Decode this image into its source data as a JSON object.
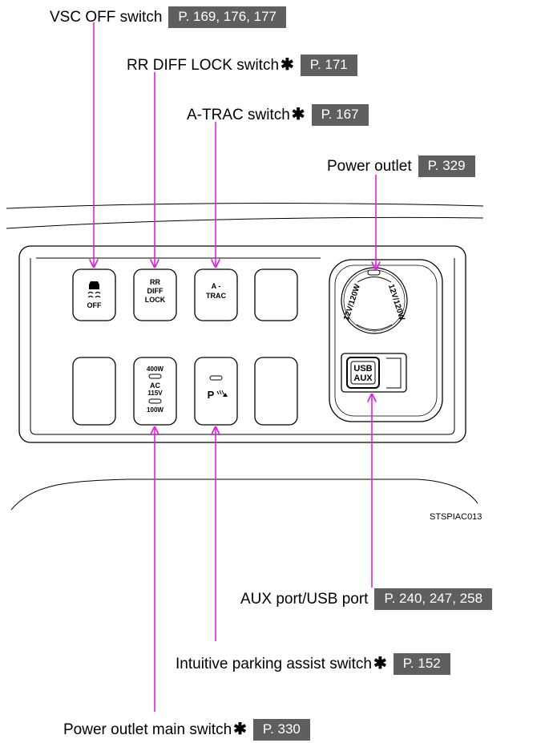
{
  "callouts": {
    "vsc_off": {
      "text": "VSC OFF switch",
      "star": "",
      "ref": "P. 169, 176, 177"
    },
    "rr_diff_lock": {
      "text": "RR DIFF LOCK switch",
      "star": "✱",
      "ref": "P. 171"
    },
    "a_trac": {
      "text": "A-TRAC switch",
      "star": "✱",
      "ref": "P. 167"
    },
    "power_outlet": {
      "text": "Power outlet",
      "star": "",
      "ref": "P. 329"
    },
    "aux_usb": {
      "text": "AUX port/USB port",
      "star": "",
      "ref": "P. 240, 247, 258"
    },
    "parking_assist": {
      "text": "Intuitive parking assist switch",
      "star": "✱",
      "ref": "P. 152"
    },
    "power_outlet_main": {
      "text": "Power outlet main switch",
      "star": "✱",
      "ref": "P. 330"
    }
  },
  "switches": {
    "vsc": {
      "line1": "OFF"
    },
    "rr": {
      "line1": "RR",
      "line2": "DIFF",
      "line3": "LOCK"
    },
    "atrac": {
      "line1": "A -",
      "line2": "TRAC"
    },
    "ac": {
      "line1": "400W",
      "line2": "AC",
      "line3": "115V",
      "line4": "100W"
    },
    "park": {
      "line1": "P"
    }
  },
  "outlet": {
    "rating_left": "12V/120W",
    "rating_right": "12V/120W"
  },
  "usb_port": {
    "line1": "USB",
    "line2": "AUX"
  },
  "figure_code": "STSPIAC013",
  "colors": {
    "leader": "#e020e0",
    "ref_box": "#5f5f5f"
  }
}
